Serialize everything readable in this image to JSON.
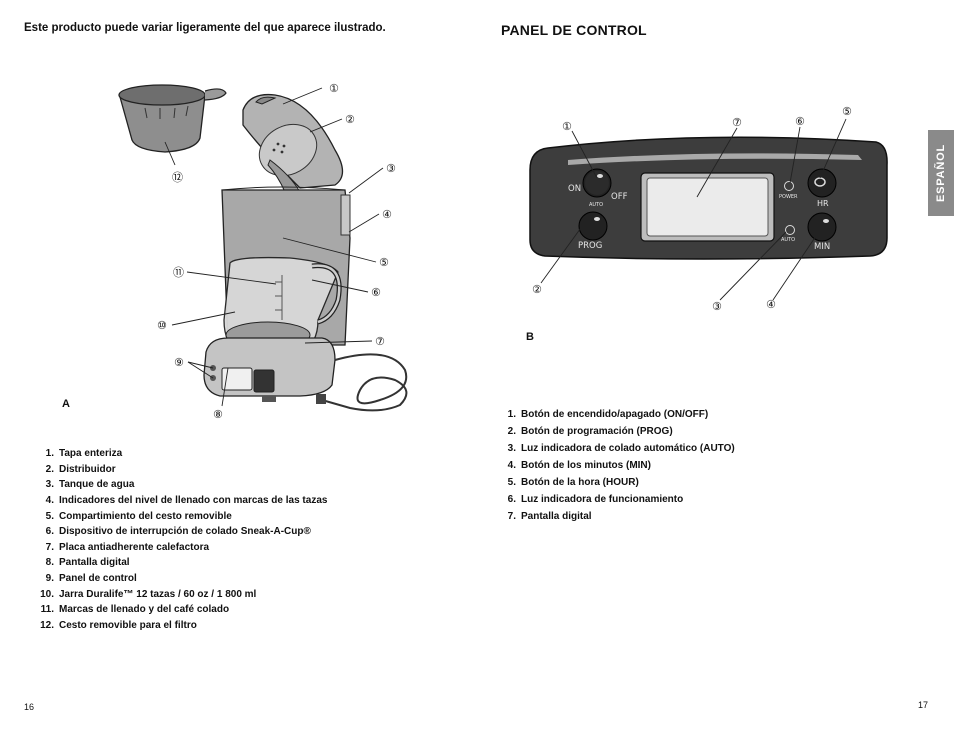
{
  "left_page": {
    "note": "Este producto puede variar ligeramente del que aparece ilustrado.",
    "figure_label": "A",
    "callouts": [
      "①",
      "②",
      "③",
      "④",
      "⑤",
      "⑥",
      "⑦",
      "⑧",
      "⑨",
      "⑩",
      "⑪",
      "⑫"
    ],
    "parts": [
      {
        "num": "1.",
        "text": "Tapa enteriza"
      },
      {
        "num": "2.",
        "text": "Distribuidor"
      },
      {
        "num": "3.",
        "text": "Tanque de agua"
      },
      {
        "num": "4.",
        "text": "Indicadores del nivel de llenado con marcas de las tazas"
      },
      {
        "num": "5.",
        "text": "Compartimiento del cesto removible"
      },
      {
        "num": "6.",
        "text": "Dispositivo de interrupción de colado Sneak-A-Cup®"
      },
      {
        "num": "7.",
        "text": "Placa antiadherente calefactora"
      },
      {
        "num": "8.",
        "text": "Pantalla digital"
      },
      {
        "num": "9.",
        "text": "Panel de control"
      },
      {
        "num": "10.",
        "text": "Jarra Duralife™ 12 tazas / 60 oz / 1 800 ml"
      },
      {
        "num": "11.",
        "text": "Marcas de llenado y del café colado"
      },
      {
        "num": "12.",
        "text": "Cesto removible para el filtro"
      }
    ],
    "page_number": "16"
  },
  "right_page": {
    "heading": "PANEL DE CONTROL",
    "figure_label": "B",
    "panel_text": {
      "on": "ON",
      "off": "OFF",
      "auto_small": "AUTO",
      "prog": "PROG",
      "power": "POWER",
      "hr": "HR",
      "auto": "AUTO",
      "min": "MIN"
    },
    "callouts": [
      "①",
      "⑦",
      "⑥",
      "⑤",
      "②",
      "③",
      "④"
    ],
    "controls": [
      {
        "num": "1.",
        "text": "Botón de encendido/apagado (ON/OFF)"
      },
      {
        "num": "2.",
        "text": "Botón de programación (PROG)"
      },
      {
        "num": "3.",
        "text": "Luz indicadora de colado automático (AUTO)"
      },
      {
        "num": "4.",
        "text": "Botón de los minutos (MIN)"
      },
      {
        "num": "5.",
        "text": "Botón de la hora (HOUR)"
      },
      {
        "num": "6.",
        "text": "Luz indicadora de funcionamiento"
      },
      {
        "num": "7.",
        "text": "Pantalla digital"
      }
    ],
    "page_number": "17",
    "side_tab": "ESPAÑOL"
  }
}
